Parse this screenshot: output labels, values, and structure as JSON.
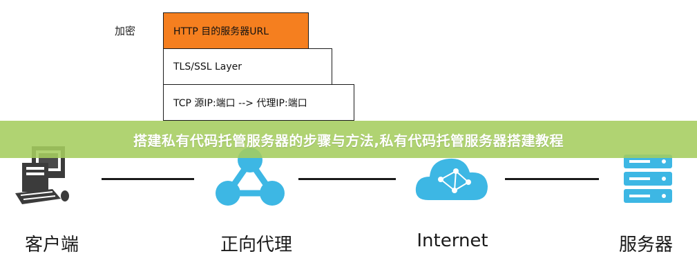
{
  "encryption": {
    "label": "加密",
    "layers": [
      {
        "text": "HTTP 目的服务器URL",
        "color": "#f57f1f"
      },
      {
        "text": "TLS/SSL Layer"
      },
      {
        "text": "TCP 源IP:端口 --> 代理IP:端口"
      }
    ]
  },
  "banner": {
    "text": "搭建私有代码托管服务器的步骤与方法,私有代码托管服务器搭建教程"
  },
  "nodes": [
    {
      "label": "客户端",
      "icon": "computer-icon"
    },
    {
      "label": "正向代理",
      "icon": "proxy-network-icon"
    },
    {
      "label": "Internet",
      "icon": "cloud-icon"
    },
    {
      "label": "服务器",
      "icon": "server-icon"
    }
  ],
  "colors": {
    "accent": "#f57f1f",
    "icon_blue": "#3db7e4",
    "banner_green": "#a5cd5f"
  }
}
